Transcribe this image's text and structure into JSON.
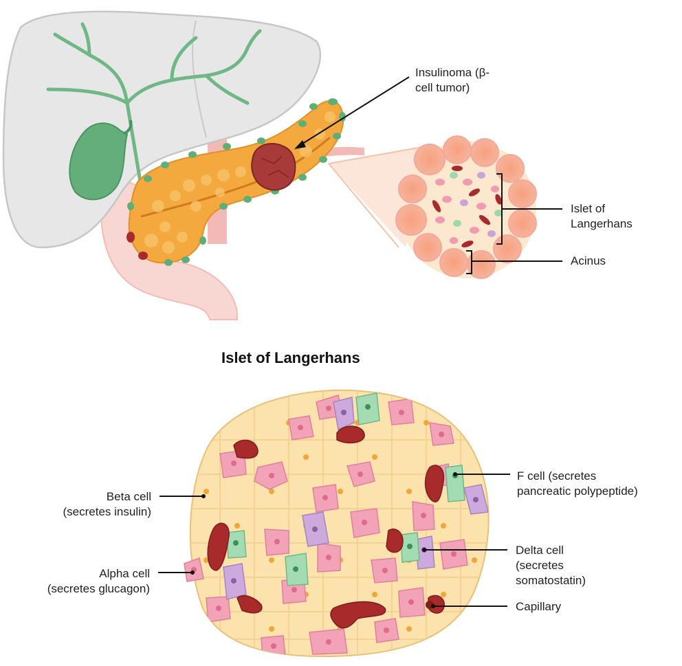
{
  "labels": {
    "insulinoma": "Insulinoma (β-\ncell tumor)",
    "islet_small": "Islet of\nLangerhans",
    "acinus": "Acinus",
    "beta": "Beta cell\n(secretes insulin)",
    "alpha": "Alpha cell\n(secretes glucagon)",
    "f_cell": "F cell (secretes\npancreatic polypeptide)",
    "delta": "Delta cell\n(secretes\nsomatostatin)",
    "capillary": "Capillary"
  },
  "title": "Islet of Langerhans",
  "colors": {
    "liver": "#e6e6e6",
    "liver_outline": "#bdbdbd",
    "bile": "#6fb886",
    "gallbladder": "#5fae78",
    "pancreas": "#f3a93d",
    "tumor": "#a83a3a",
    "duodenum": "#f6d3d0",
    "islet_bg": "#fbe0a8",
    "beta": "#f19ab0",
    "alpha": "#e06a8a",
    "delta": "#c9a4d8",
    "f_cell": "#9ed7ab",
    "capillary": "#a82a2a"
  }
}
